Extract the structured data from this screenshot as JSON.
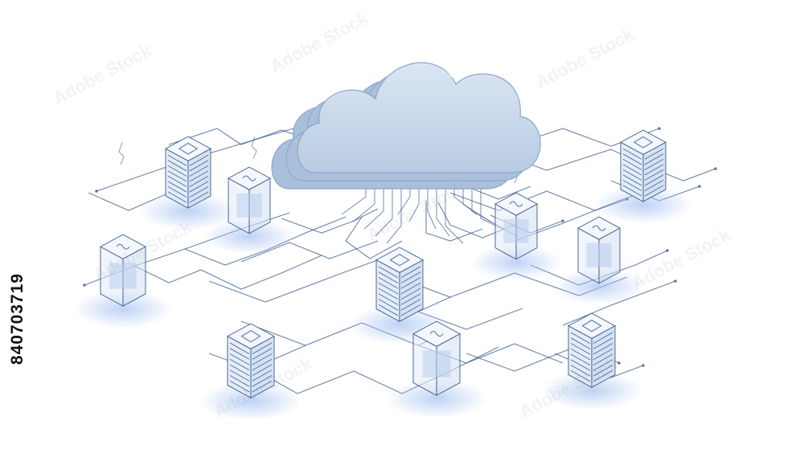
{
  "image": {
    "stock_id": "840703719",
    "watermark_text": "Adobe Stock",
    "subject": "cloud-computing-network",
    "colors": {
      "cloud_fill": "#c9d8ea",
      "cloud_shade": "#a9bfda",
      "cloud_edge": "#8aa6c8",
      "line": "#3b5b8f",
      "node_fill": "#eef3fb",
      "node_stripes": "#4a6fa5",
      "node_glow": "#a9c4f0",
      "text": "#111111"
    },
    "icons": [
      "cloud-icon",
      "server-node-icon",
      "glass-node-icon"
    ]
  }
}
